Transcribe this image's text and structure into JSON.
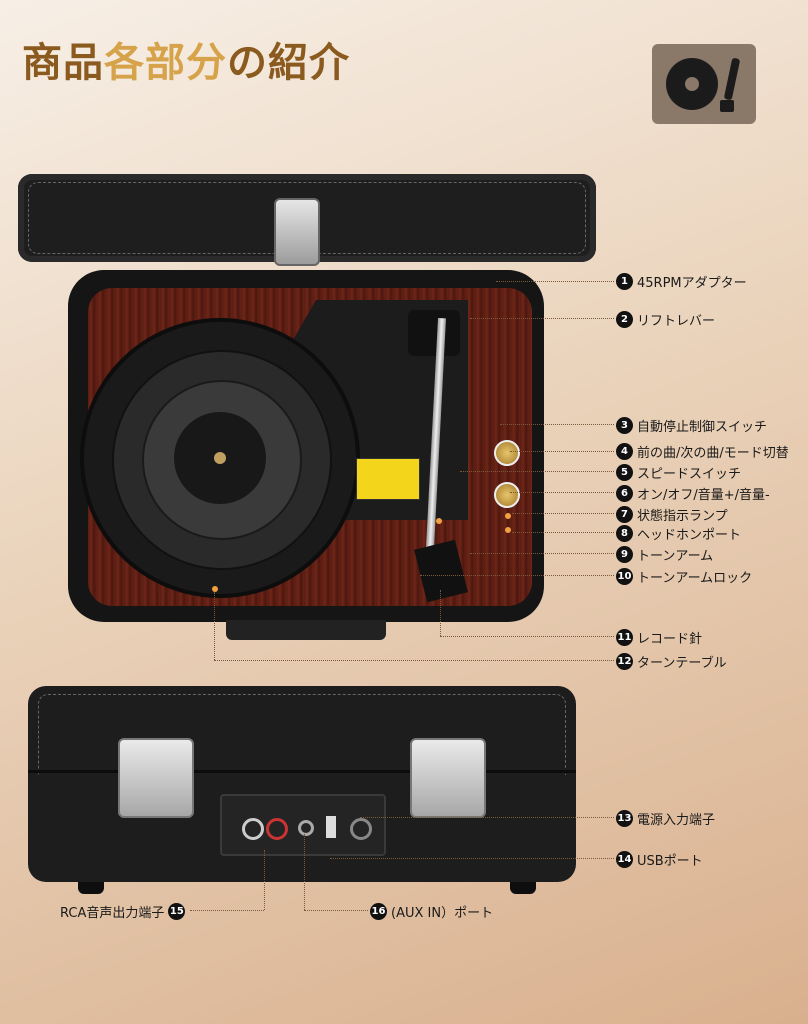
{
  "title": {
    "part_a": "商品",
    "part_b": "各部分",
    "part_c": "の紹介"
  },
  "logo": {
    "icon": "turntable-icon"
  },
  "callouts": [
    {
      "n": "1",
      "label": "45RPMアダプター"
    },
    {
      "n": "2",
      "label": "リフトレバー"
    },
    {
      "n": "3",
      "label": "自動停止制御スイッチ"
    },
    {
      "n": "4",
      "label": "前の曲/次の曲/モード切替"
    },
    {
      "n": "5",
      "label": "スピードスイッチ"
    },
    {
      "n": "6",
      "label": "オン/オフ/音量+/音量-"
    },
    {
      "n": "7",
      "label": "状態指示ランプ"
    },
    {
      "n": "8",
      "label": "ヘッドホンポート"
    },
    {
      "n": "9",
      "label": "トーンアーム"
    },
    {
      "n": "10",
      "label": "トーンアームロック"
    },
    {
      "n": "11",
      "label": "レコード針"
    },
    {
      "n": "12",
      "label": "ターンテーブル"
    },
    {
      "n": "13",
      "label": "電源入力端子"
    },
    {
      "n": "14",
      "label": "USBポート"
    },
    {
      "n": "15",
      "label": "RCA音声出力端子"
    },
    {
      "n": "16",
      "label": "(AUX IN）ポート"
    }
  ]
}
